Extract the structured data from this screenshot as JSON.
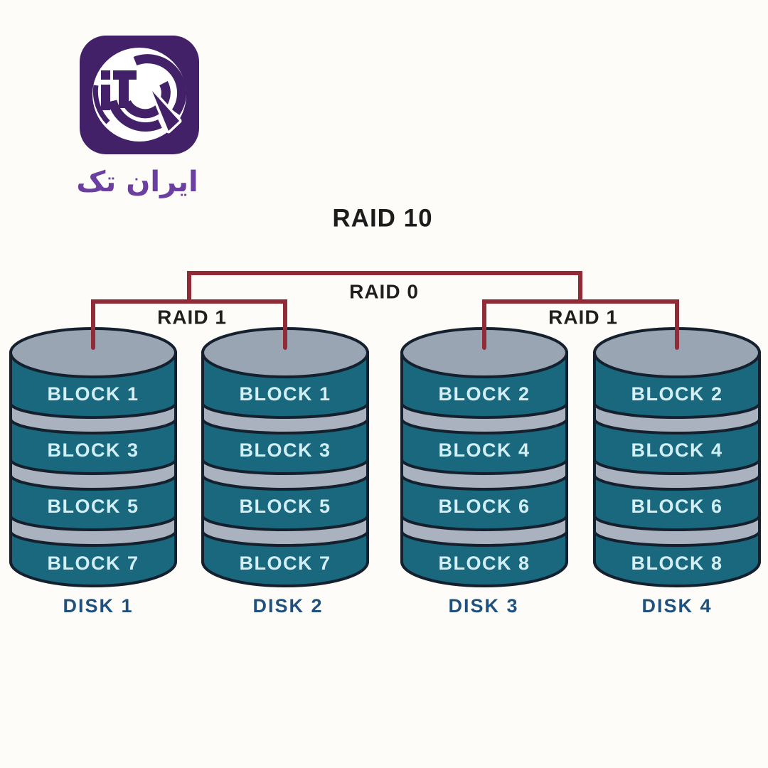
{
  "logo": {
    "brand_text": "ایران تک"
  },
  "header": {
    "title": "RAID 10"
  },
  "raid0": {
    "label": "RAID 0"
  },
  "raid1_left": {
    "label": "RAID 1"
  },
  "raid1_right": {
    "label": "RAID 1"
  },
  "disks": [
    {
      "label": "DISK 1",
      "blocks": [
        "BLOCK 1",
        "BLOCK 3",
        "BLOCK 5",
        "BLOCK 7"
      ]
    },
    {
      "label": "DISK 2",
      "blocks": [
        "BLOCK 1",
        "BLOCK 3",
        "BLOCK 5",
        "BLOCK 7"
      ]
    },
    {
      "label": "DISK 3",
      "blocks": [
        "BLOCK 2",
        "BLOCK 4",
        "BLOCK 6",
        "BLOCK 8"
      ]
    },
    {
      "label": "DISK 4",
      "blocks": [
        "BLOCK 2",
        "BLOCK 4",
        "BLOCK 6",
        "BLOCK 8"
      ]
    }
  ],
  "colors": {
    "background": "#fdfcf8",
    "logo_tile": "#422168",
    "brand_text": "#6b3fa0",
    "title_text": "#1c1c1c",
    "connector_line": "#912b37",
    "disk_body": "#19687e",
    "disk_top": "#9aa5b3",
    "disk_band": "#a9b2be",
    "disk_outline": "#14202e",
    "block_text": "#d2eff6",
    "disk_label_text": "#20507d"
  }
}
